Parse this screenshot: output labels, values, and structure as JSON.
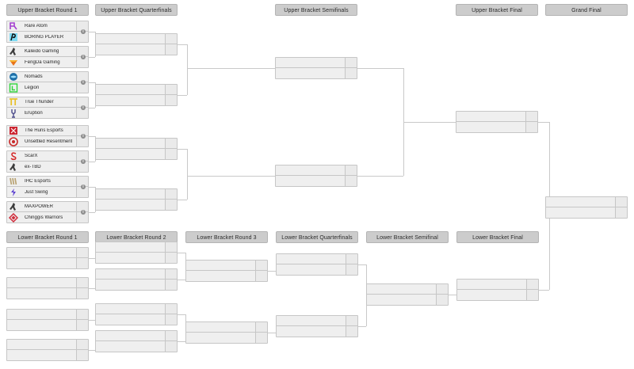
{
  "upper_bracket": {
    "rounds": [
      {
        "id": "ub-r1",
        "label": "Upper Bracket Round 1"
      },
      {
        "id": "ub-qf",
        "label": "Upper Bracket Quarterfinals"
      },
      {
        "id": "ub-sf",
        "label": "Upper Bracket Semifinals"
      },
      {
        "id": "ub-f",
        "label": "Upper Bracket Final"
      },
      {
        "id": "gf",
        "label": "Grand Final"
      }
    ],
    "round1_matches": [
      {
        "teams": [
          {
            "name": "Rare Atom",
            "logo": "rare-atom-logo",
            "color": "#a43fd0",
            "score": ""
          },
          {
            "name": "BORING PLAYER",
            "logo": "boring-player-logo",
            "color": "#2ab4e8",
            "score": ""
          }
        ],
        "info": "i"
      },
      {
        "teams": [
          {
            "name": "Kaleido Gaming",
            "logo": "kaleido-gaming-logo",
            "color": "#3d3d3d",
            "score": ""
          },
          {
            "name": "FengDa Gaming",
            "logo": "fengda-gaming-logo",
            "color": "#e8731a",
            "score": ""
          }
        ],
        "info": "i"
      },
      {
        "teams": [
          {
            "name": "Nomads",
            "logo": "nomads-logo",
            "color": "#1f6fa8",
            "score": ""
          },
          {
            "name": "Legion",
            "logo": "legion-logo",
            "color": "#2fd43a",
            "score": ""
          }
        ],
        "info": "i"
      },
      {
        "teams": [
          {
            "name": "True Thunder",
            "logo": "true-thunder-logo",
            "color": "#e8c02a",
            "score": ""
          },
          {
            "name": "Eruption",
            "logo": "eruption-logo",
            "color": "#4a4a8a",
            "score": ""
          }
        ],
        "info": "i"
      },
      {
        "teams": [
          {
            "name": "The Huns Esports",
            "logo": "the-huns-esports-logo",
            "color": "#cc2430",
            "score": ""
          },
          {
            "name": "Unsettled Resentment",
            "logo": "unsettled-resentment-logo",
            "color": "#c92a2a",
            "score": ""
          }
        ],
        "info": "i"
      },
      {
        "teams": [
          {
            "name": "ScarX",
            "logo": "scarx-logo",
            "color": "#d42b2b",
            "score": ""
          },
          {
            "name": "ex-TBD",
            "logo": "ex-tbd-logo",
            "color": "#3d3d3d",
            "score": ""
          }
        ],
        "info": "i"
      },
      {
        "teams": [
          {
            "name": "IHC Esports",
            "logo": "ihc-esports-logo",
            "color": "#b8a272",
            "score": ""
          },
          {
            "name": "Just Swing",
            "logo": "just-swing-logo",
            "color": "#5a3fd0",
            "score": ""
          }
        ],
        "info": "i"
      },
      {
        "teams": [
          {
            "name": "MAXPOWER",
            "logo": "maxpower-logo",
            "color": "#3d3d3d",
            "score": ""
          },
          {
            "name": "Chinggis Warriors",
            "logo": "chinggis-warriors-logo",
            "color": "#cf2b3a",
            "score": ""
          }
        ],
        "info": "i"
      }
    ],
    "quarterfinal_matches": [
      {
        "teams": [
          {
            "name": "",
            "score": ""
          },
          {
            "name": "",
            "score": ""
          }
        ]
      },
      {
        "teams": [
          {
            "name": "",
            "score": ""
          },
          {
            "name": "",
            "score": ""
          }
        ]
      },
      {
        "teams": [
          {
            "name": "",
            "score": ""
          },
          {
            "name": "",
            "score": ""
          }
        ]
      },
      {
        "teams": [
          {
            "name": "",
            "score": ""
          },
          {
            "name": "",
            "score": ""
          }
        ]
      }
    ],
    "semifinal_matches": [
      {
        "teams": [
          {
            "name": "",
            "score": ""
          },
          {
            "name": "",
            "score": ""
          }
        ]
      },
      {
        "teams": [
          {
            "name": "",
            "score": ""
          },
          {
            "name": "",
            "score": ""
          }
        ]
      }
    ],
    "final_matches": [
      {
        "teams": [
          {
            "name": "",
            "score": ""
          },
          {
            "name": "",
            "score": ""
          }
        ]
      }
    ],
    "grand_final_matches": [
      {
        "teams": [
          {
            "name": "",
            "score": ""
          },
          {
            "name": "",
            "score": ""
          }
        ]
      }
    ]
  },
  "lower_bracket": {
    "rounds": [
      {
        "id": "lb-r1",
        "label": "Lower Bracket Round 1"
      },
      {
        "id": "lb-r2",
        "label": "Lower Bracket Round 2"
      },
      {
        "id": "lb-r3",
        "label": "Lower Bracket Round 3"
      },
      {
        "id": "lb-qf",
        "label": "Lower Bracket Quarterfinals"
      },
      {
        "id": "lb-sf",
        "label": "Lower Bracket Semifinal"
      },
      {
        "id": "lb-f",
        "label": "Lower Bracket Final"
      }
    ],
    "round1_matches": [
      {
        "teams": [
          {
            "name": "",
            "score": ""
          },
          {
            "name": "",
            "score": ""
          }
        ]
      },
      {
        "teams": [
          {
            "name": "",
            "score": ""
          },
          {
            "name": "",
            "score": ""
          }
        ]
      },
      {
        "teams": [
          {
            "name": "",
            "score": ""
          },
          {
            "name": "",
            "score": ""
          }
        ]
      },
      {
        "teams": [
          {
            "name": "",
            "score": ""
          },
          {
            "name": "",
            "score": ""
          }
        ]
      }
    ],
    "round2_matches": [
      {
        "teams": [
          {
            "name": "",
            "score": ""
          },
          {
            "name": "",
            "score": ""
          }
        ]
      },
      {
        "teams": [
          {
            "name": "",
            "score": ""
          },
          {
            "name": "",
            "score": ""
          }
        ]
      },
      {
        "teams": [
          {
            "name": "",
            "score": ""
          },
          {
            "name": "",
            "score": ""
          }
        ]
      },
      {
        "teams": [
          {
            "name": "",
            "score": ""
          },
          {
            "name": "",
            "score": ""
          }
        ]
      }
    ],
    "round3_matches": [
      {
        "teams": [
          {
            "name": "",
            "score": ""
          },
          {
            "name": "",
            "score": ""
          }
        ]
      },
      {
        "teams": [
          {
            "name": "",
            "score": ""
          },
          {
            "name": "",
            "score": ""
          }
        ]
      }
    ],
    "quarterfinal_matches": [
      {
        "teams": [
          {
            "name": "",
            "score": ""
          },
          {
            "name": "",
            "score": ""
          }
        ]
      },
      {
        "teams": [
          {
            "name": "",
            "score": ""
          },
          {
            "name": "",
            "score": ""
          }
        ]
      }
    ],
    "semifinal_matches": [
      {
        "teams": [
          {
            "name": "",
            "score": ""
          },
          {
            "name": "",
            "score": ""
          }
        ]
      }
    ],
    "final_matches": [
      {
        "teams": [
          {
            "name": "",
            "score": ""
          },
          {
            "name": "",
            "score": ""
          }
        ]
      }
    ]
  },
  "theme": {
    "page_background": "#ffffff",
    "header_fill": "#cccccc",
    "header_border": "#b4b4b4",
    "match_fill": "#efefef",
    "match_border": "#c6c6c6",
    "connector": "#c9c9c9",
    "text": "#222222"
  }
}
